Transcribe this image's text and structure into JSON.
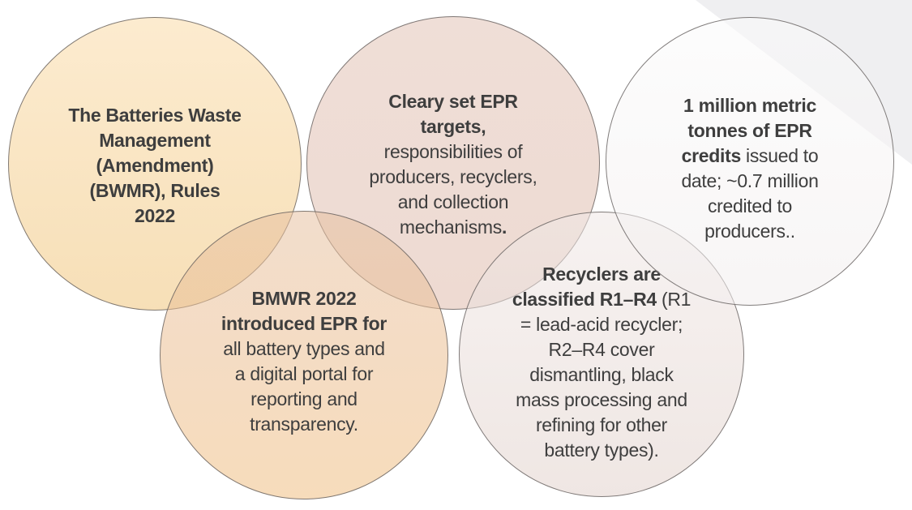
{
  "slide": {
    "type": "presentation-slide-diagram",
    "background_color": "#ffffff",
    "corner_accent_color": "#efeff1",
    "text_color": "#3e3e3e",
    "circle_border_color": "rgba(99,94,92,0.8)"
  },
  "circles": [
    {
      "name": "batteries-waste-rules",
      "fill_top": "rgba(250,219,168,0.55)",
      "fill_bottom": "rgba(240,197,124,0.55)",
      "lines": [
        [
          {
            "t": "The Batteries Waste",
            "b": true
          }
        ],
        [
          {
            "t": "Management",
            "b": true
          }
        ],
        [
          {
            "t": "(Amendment)",
            "b": true
          }
        ],
        [
          {
            "t": "(BWMR), Rules",
            "b": true
          }
        ],
        [
          {
            "t": "2022",
            "b": true
          }
        ]
      ]
    },
    {
      "name": "epr-targets",
      "fill_top": "rgba(226,195,182,0.55)",
      "fill_bottom": "rgba(224,188,173,0.55)",
      "lines": [
        [
          {
            "t": "Cleary set EPR",
            "b": true
          }
        ],
        [
          {
            "t": "targets,",
            "b": true
          }
        ],
        [
          {
            "t": "responsibilities of",
            "b": false
          }
        ],
        [
          {
            "t": "producers, recyclers,",
            "b": false
          }
        ],
        [
          {
            "t": "and collection",
            "b": false
          }
        ],
        [
          {
            "t": "mechanisms",
            "b": false
          },
          {
            "t": ".",
            "b": true
          }
        ]
      ]
    },
    {
      "name": "epr-credits",
      "fill_top": "rgba(250,250,250,0.55)",
      "fill_bottom": "rgba(242,238,238,0.55)",
      "lines": [
        [
          {
            "t": "1 million metric",
            "b": true
          }
        ],
        [
          {
            "t": "tonnes of EPR",
            "b": true
          }
        ],
        [
          {
            "t": "credits",
            "b": true
          },
          {
            "t": " issued to",
            "b": false
          }
        ],
        [
          {
            "t": "date; ~0.7 million",
            "b": false
          }
        ],
        [
          {
            "t": "credited to",
            "b": false
          }
        ],
        [
          {
            "t": "producers..",
            "b": false
          }
        ]
      ]
    },
    {
      "name": "bmwr-epr-portal",
      "fill_top": "rgba(231,193,162,0.55)",
      "fill_bottom": "rgba(240,191,131,0.55)",
      "lines": [
        [
          {
            "t": "BMWR 2022",
            "b": true
          }
        ],
        [
          {
            "t": "introduced EPR for",
            "b": true
          }
        ],
        [
          {
            "t": "all battery types and",
            "b": false
          }
        ],
        [
          {
            "t": "a digital portal for",
            "b": false
          }
        ],
        [
          {
            "t": "reporting and",
            "b": false
          }
        ],
        [
          {
            "t": "transparency.",
            "b": false
          }
        ]
      ]
    },
    {
      "name": "recycler-classification",
      "fill_top": "rgba(240,232,230,0.55)",
      "fill_bottom": "rgba(226,210,204,0.55)",
      "lines": [
        [
          {
            "t": "Recyclers are",
            "b": true
          }
        ],
        [
          {
            "t": "classified R1–R4",
            "b": true
          },
          {
            "t": " (R1",
            "b": false
          }
        ],
        [
          {
            "t": "= lead-acid recycler;",
            "b": false
          }
        ],
        [
          {
            "t": "R2–R4 cover",
            "b": false
          }
        ],
        [
          {
            "t": "dismantling, black",
            "b": false
          }
        ],
        [
          {
            "t": "mass processing and",
            "b": false
          }
        ],
        [
          {
            "t": "refining for other",
            "b": false
          }
        ],
        [
          {
            "t": "battery types).",
            "b": false
          }
        ]
      ]
    }
  ]
}
